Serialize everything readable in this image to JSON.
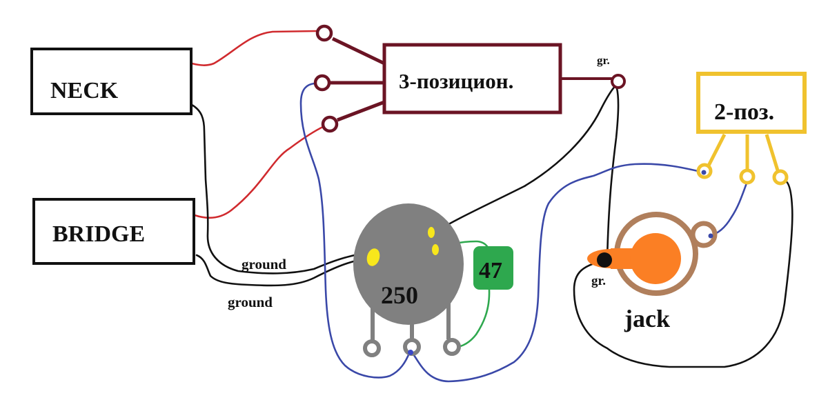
{
  "labels": {
    "neck": "NECK",
    "bridge": "BRIDGE",
    "switch3": "3-позицион.",
    "switch2": "2-поз.",
    "switch3_ground": "gr.",
    "pot_value": "250",
    "cap_value": "47",
    "ground_1": "ground",
    "ground_2": "ground",
    "jack_ground": "gr.",
    "jack": "jack"
  },
  "colors": {
    "hot_wire": "#d02a2e",
    "ground_wire": "#111111",
    "signal_wire": "#3a48a8",
    "cap_wire": "#2ea84e",
    "switch3": "#6b1424",
    "switch2": "#f0c22e",
    "pot": "#808080",
    "solder": "#f8e71c",
    "capacitor": "#2ea84e",
    "jack_ring": "#b07f5c",
    "jack_tip": "#fb7f24"
  }
}
